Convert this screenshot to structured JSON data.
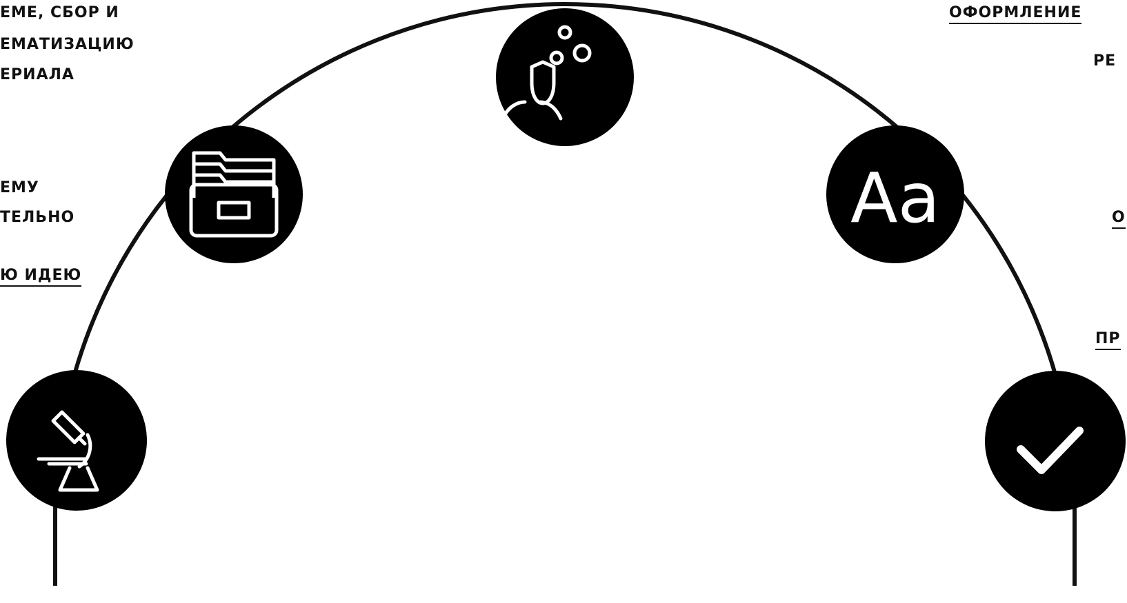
{
  "colors": {
    "node_fill": "#000000",
    "icon_stroke": "#ffffff",
    "arc": "#111111",
    "text": "#111111",
    "background": "#ffffff"
  },
  "nodes": [
    {
      "icon": "microscope-icon"
    },
    {
      "icon": "folder-archive-icon"
    },
    {
      "icon": "person-gears-icon"
    },
    {
      "icon": "text-format-icon",
      "glyph": "Aa"
    },
    {
      "icon": "checkmark-icon"
    }
  ],
  "left_text": {
    "block1_lines": [
      "ЕМЕ, СБОР И",
      "ЕМАТИЗАЦИЮ",
      "ЕРИАЛА"
    ],
    "block2_lines": [
      "ЕМУ",
      "ТЕЛЬНО"
    ],
    "block3_line": "Ю ИДЕЮ"
  },
  "right_text": {
    "top_lines": [
      "ОФОРМЛЕНИЕ",
      "РЕ"
    ],
    "mid_line": "О",
    "low_line": "ПР"
  }
}
